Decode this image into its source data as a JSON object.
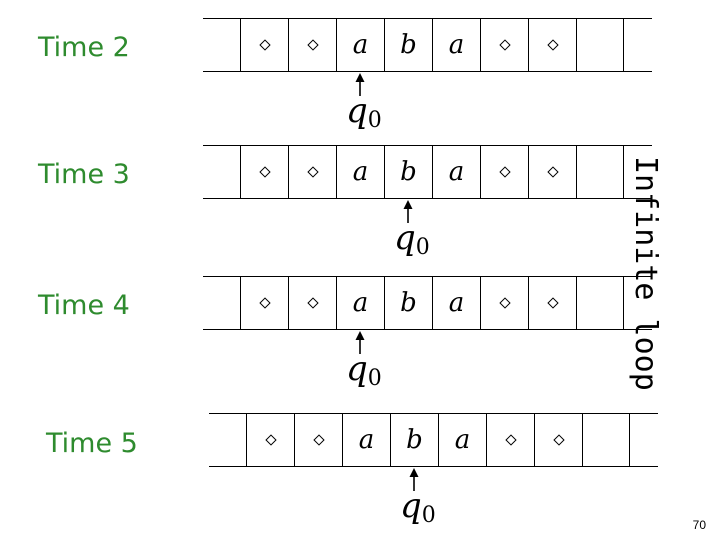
{
  "colors": {
    "label": "#2e8b2e",
    "ink": "#000000"
  },
  "blank_symbol_icon": "diamond",
  "rows": [
    {
      "label": "Time 2",
      "cells": [
        "◇",
        "◇",
        "a",
        "b",
        "a",
        "◇",
        "◇",
        ""
      ],
      "head_index": 2,
      "state": "q",
      "state_sub": "0"
    },
    {
      "label": "Time 3",
      "cells": [
        "◇",
        "◇",
        "a",
        "b",
        "a",
        "◇",
        "◇",
        ""
      ],
      "head_index": 3,
      "state": "q",
      "state_sub": "0"
    },
    {
      "label": "Time 4",
      "cells": [
        "◇",
        "◇",
        "a",
        "b",
        "a",
        "◇",
        "◇",
        ""
      ],
      "head_index": 2,
      "state": "q",
      "state_sub": "0"
    },
    {
      "label": "Time 5",
      "cells": [
        "◇",
        "◇",
        "a",
        "b",
        "a",
        "◇",
        "◇",
        ""
      ],
      "head_index": 3,
      "state": "q",
      "state_sub": "0"
    }
  ],
  "side_label": "Infinite loop",
  "page_number": "70"
}
